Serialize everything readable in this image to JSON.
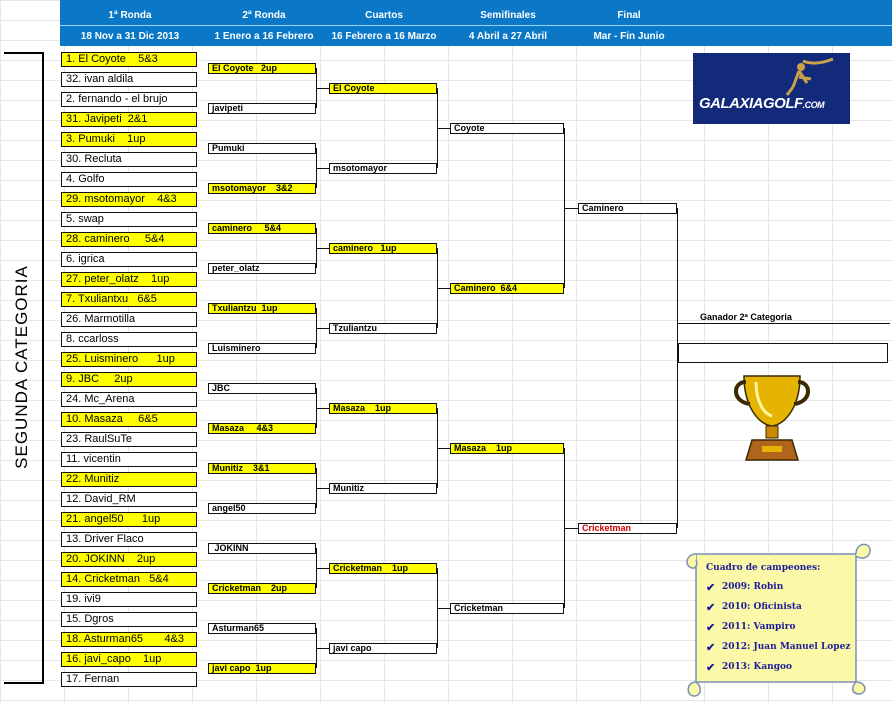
{
  "header": {
    "rounds": [
      {
        "title": "1ª Ronda",
        "dates": "18 Nov a 31 Dic 2013"
      },
      {
        "title": "2ª Ronda",
        "dates": "1 Enero a 16 Febrero"
      },
      {
        "title": "Cuartos",
        "dates": "16 Febrero a 16 Marzo"
      },
      {
        "title": "Semifinales",
        "dates": "4 Abril a 27 Abril"
      },
      {
        "title": "Final",
        "dates": "Mar - Fin Junio"
      }
    ]
  },
  "category_label": "SEGUNDA CATEGORIA",
  "round1": [
    {
      "text": "1. El Coyote    5&3",
      "highlight": true
    },
    {
      "text": "32. ivan aldila",
      "highlight": false
    },
    {
      "text": "2. fernando - el brujo",
      "highlight": false
    },
    {
      "text": "31. Javipeti  2&1",
      "highlight": true
    },
    {
      "text": "3. Pumuki    1up",
      "highlight": true
    },
    {
      "text": "30. Recluta",
      "highlight": false
    },
    {
      "text": "4. Golfo",
      "highlight": false
    },
    {
      "text": "29. msotomayor    4&3",
      "highlight": true
    },
    {
      "text": "5. swap",
      "highlight": false
    },
    {
      "text": "28. caminero     5&4",
      "highlight": true
    },
    {
      "text": "6. igrica",
      "highlight": false
    },
    {
      "text": "27. peter_olatz    1up",
      "highlight": true
    },
    {
      "text": "7. Txuliantxu   6&5",
      "highlight": true
    },
    {
      "text": "26. Marmotilla",
      "highlight": false
    },
    {
      "text": "8. ccarloss",
      "highlight": false
    },
    {
      "text": "25. Luisminero      1up",
      "highlight": true
    },
    {
      "text": "9. JBC     2up",
      "highlight": true
    },
    {
      "text": "24. Mc_Arena",
      "highlight": false
    },
    {
      "text": "10. Masaza     6&5",
      "highlight": true
    },
    {
      "text": "23. RaulSuTe",
      "highlight": false
    },
    {
      "text": "11. vicentin",
      "highlight": false
    },
    {
      "text": "22. Munitiz",
      "highlight": true
    },
    {
      "text": "12. David_RM",
      "highlight": false
    },
    {
      "text": "21. angel50      1up",
      "highlight": true
    },
    {
      "text": "13. Driver Flaco",
      "highlight": false
    },
    {
      "text": "20. JOKINN    2up",
      "highlight": true
    },
    {
      "text": "14. Cricketman   5&4",
      "highlight": true
    },
    {
      "text": "19. ivi9",
      "highlight": false
    },
    {
      "text": "15. Dgros",
      "highlight": false
    },
    {
      "text": "18. Asturman65       4&3",
      "highlight": true
    },
    {
      "text": "16. javi_capo    1up",
      "highlight": true
    },
    {
      "text": "17. Fernan",
      "highlight": false
    }
  ],
  "round2": [
    {
      "text": "El Coyote   2up",
      "highlight": true
    },
    {
      "text": "javipeti",
      "highlight": false
    },
    {
      "text": "Pumuki",
      "highlight": false
    },
    {
      "text": "msotomayor    3&2",
      "highlight": true
    },
    {
      "text": "caminero     5&4",
      "highlight": true
    },
    {
      "text": "peter_olatz",
      "highlight": false
    },
    {
      "text": "Txuliantzu  1up",
      "highlight": true
    },
    {
      "text": "Luisminero",
      "highlight": false
    },
    {
      "text": "JBC",
      "highlight": false
    },
    {
      "text": "Masaza     4&3",
      "highlight": true
    },
    {
      "text": "Munitiz    3&1",
      "highlight": true
    },
    {
      "text": "angel50",
      "highlight": false
    },
    {
      "text": " JOKINN",
      "highlight": false
    },
    {
      "text": "Cricketman    2up",
      "highlight": true
    },
    {
      "text": "Asturman65",
      "highlight": false
    },
    {
      "text": "javi capo  1up",
      "highlight": true
    }
  ],
  "quarters": [
    {
      "text": "El Coyote",
      "highlight": true
    },
    {
      "text": "msotomayor",
      "highlight": false
    },
    {
      "text": "caminero   1up",
      "highlight": true
    },
    {
      "text": "Tzuliantzu",
      "highlight": false
    },
    {
      "text": "Masaza    1up",
      "highlight": true
    },
    {
      "text": "Munitiz",
      "highlight": false
    },
    {
      "text": "Cricketman    1up",
      "highlight": true
    },
    {
      "text": "javi capo",
      "highlight": false
    }
  ],
  "semis": [
    {
      "text": "Coyote",
      "highlight": false
    },
    {
      "text": "Caminero  6&4",
      "highlight": true
    },
    {
      "text": "Masaza    1up",
      "highlight": true
    },
    {
      "text": "Cricketman",
      "highlight": false
    }
  ],
  "final": [
    {
      "text": "Caminero",
      "highlight": false,
      "red": false
    },
    {
      "text": "Cricketman",
      "highlight": false,
      "red": true
    }
  ],
  "winner": {
    "title": "Ganador 2ª Categoria",
    "name": ""
  },
  "logo": {
    "text": "GALAXIAGOLF",
    "suffix": ".COM"
  },
  "champions": {
    "title": "Cuadro de campeones:",
    "list": [
      "2009: Robin",
      "2010: Oficinista",
      "2011:  Vampiro",
      "2012: Juan Manuel Lopez",
      "2013: Kangoo"
    ]
  },
  "colors": {
    "header": "#0b78c7",
    "highlight": "#ffff00",
    "loser_red": "#d00000",
    "scroll": "#fbf8a8"
  }
}
